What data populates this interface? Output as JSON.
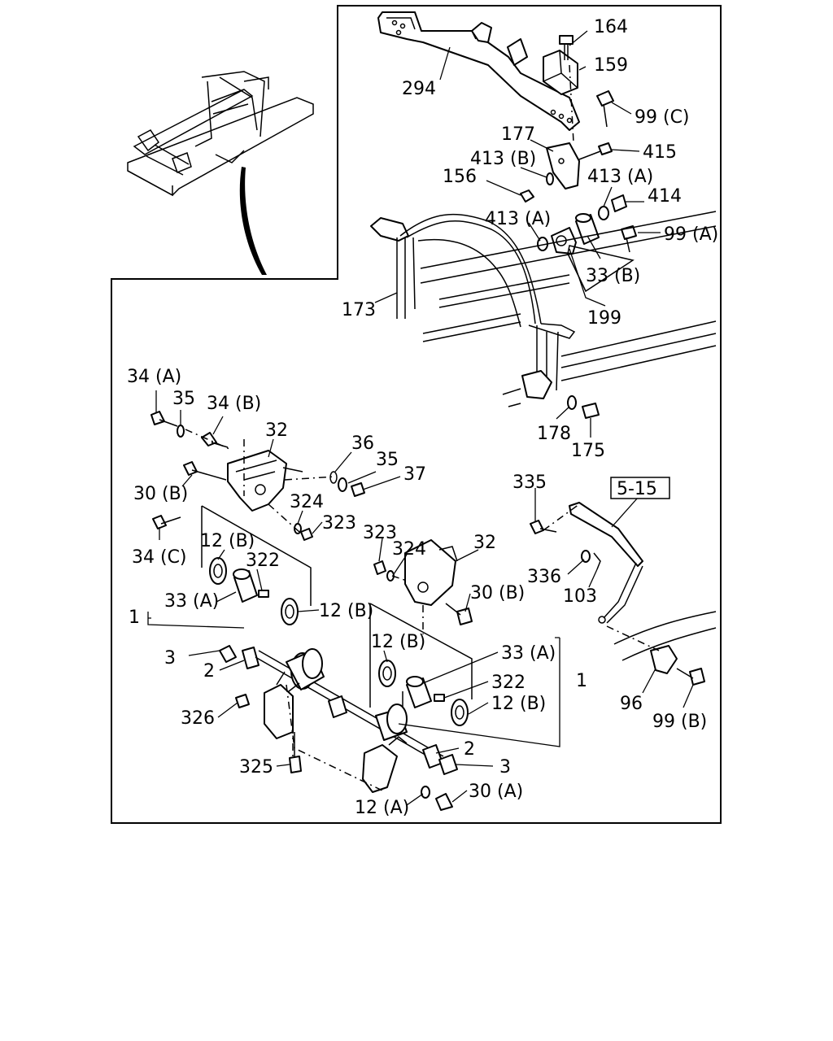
{
  "callouts": {
    "c164": "164",
    "c159": "159",
    "c294": "294",
    "c99c": "99 (C)",
    "c177": "177",
    "c413b_top": "413 (B)",
    "c415": "415",
    "c156": "156",
    "c413a_right": "413 (A)",
    "c414": "414",
    "c413a_left": "413 (A)",
    "c99a": "99 (A)",
    "c33b": "33 (B)",
    "c173": "173",
    "c199": "199",
    "c178": "178",
    "c175": "175",
    "c34a": "34 (A)",
    "c35_left": "35",
    "c34b": "34 (B)",
    "c32_left": "32",
    "c36": "36",
    "c35_right": "35",
    "c37": "37",
    "c30b_left": "30 (B)",
    "c324_left": "324",
    "c323_left": "323",
    "c34c": "34 (C)",
    "c12b_1": "12 (B)",
    "c322_left": "322",
    "c33a_left": "33 (A)",
    "c12b_2": "12 (B)",
    "c1_left": "1",
    "c323_mid": "323",
    "c324_mid": "324",
    "c32_mid": "32",
    "c30b_mid": "30 (B)",
    "c12b_3": "12 (B)",
    "c3_left": "3",
    "c2_left": "2",
    "c33a_right": "33 (A)",
    "c322_right": "322",
    "c12b_4": "12 (B)",
    "c1_right": "1",
    "c326": "326",
    "c2_right": "2",
    "c3_right": "3",
    "c325": "325",
    "c30a": "30 (A)",
    "c12a": "12 (A)",
    "c335": "335",
    "c336": "336",
    "c103": "103",
    "c96": "96",
    "c99b": "99 (B)"
  },
  "reference_box": "5-15"
}
